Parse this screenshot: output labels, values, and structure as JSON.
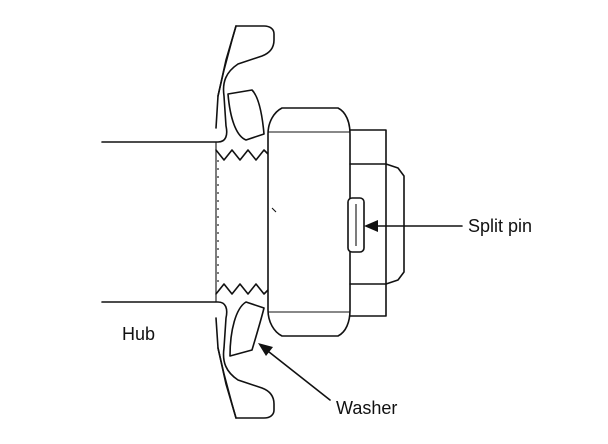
{
  "labels": {
    "hub": "Hub",
    "washer": "Washer",
    "split_pin": "Split pin"
  },
  "colors": {
    "ink": "#111111",
    "paper": "#ffffff"
  }
}
